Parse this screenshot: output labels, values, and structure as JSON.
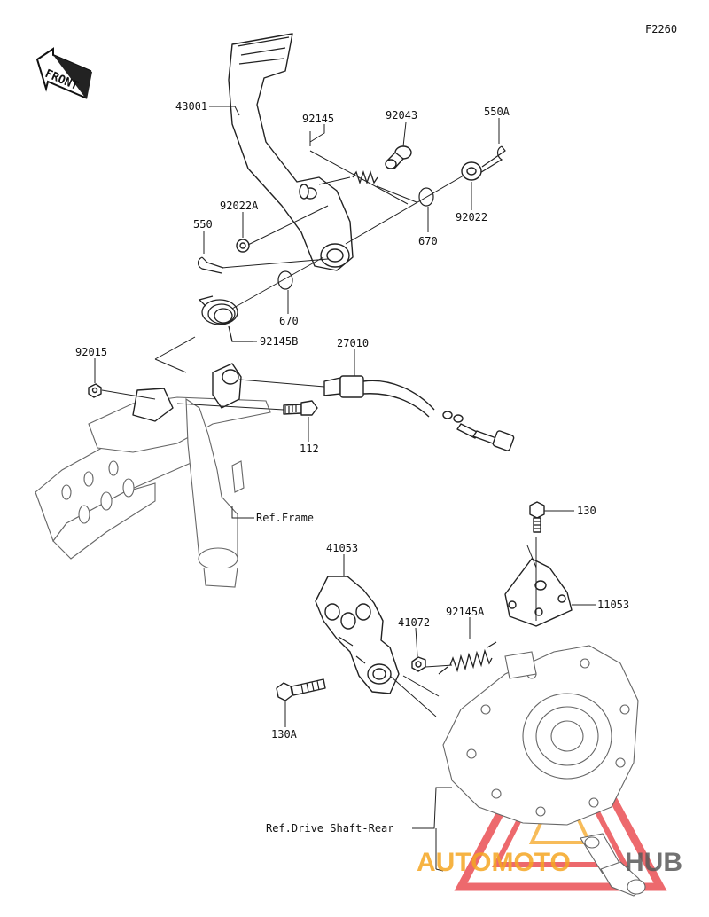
{
  "figure_code": "F2260",
  "front_label": "FRONT",
  "watermark": {
    "text_left": "AUTOMOTO",
    "text_right": "HUB",
    "color_red": "#e8383d",
    "color_orange": "#f5a623",
    "color_gray": "#5a5a5a"
  },
  "labels": {
    "p43001": "43001",
    "p92145": "92145",
    "p92043": "92043",
    "p550A": "550A",
    "p92022A": "92022A",
    "p550": "550",
    "p670_right": "670",
    "p92022": "92022",
    "p670_left": "670",
    "p92145B": "92145B",
    "p92015": "92015",
    "p27010": "27010",
    "p112": "112",
    "ref_frame": "Ref.Frame",
    "p130": "130",
    "p41053": "41053",
    "p11053": "11053",
    "p41072": "41072",
    "p92145A": "92145A",
    "p130A": "130A",
    "ref_drive_shaft": "Ref.Drive Shaft-Rear"
  }
}
